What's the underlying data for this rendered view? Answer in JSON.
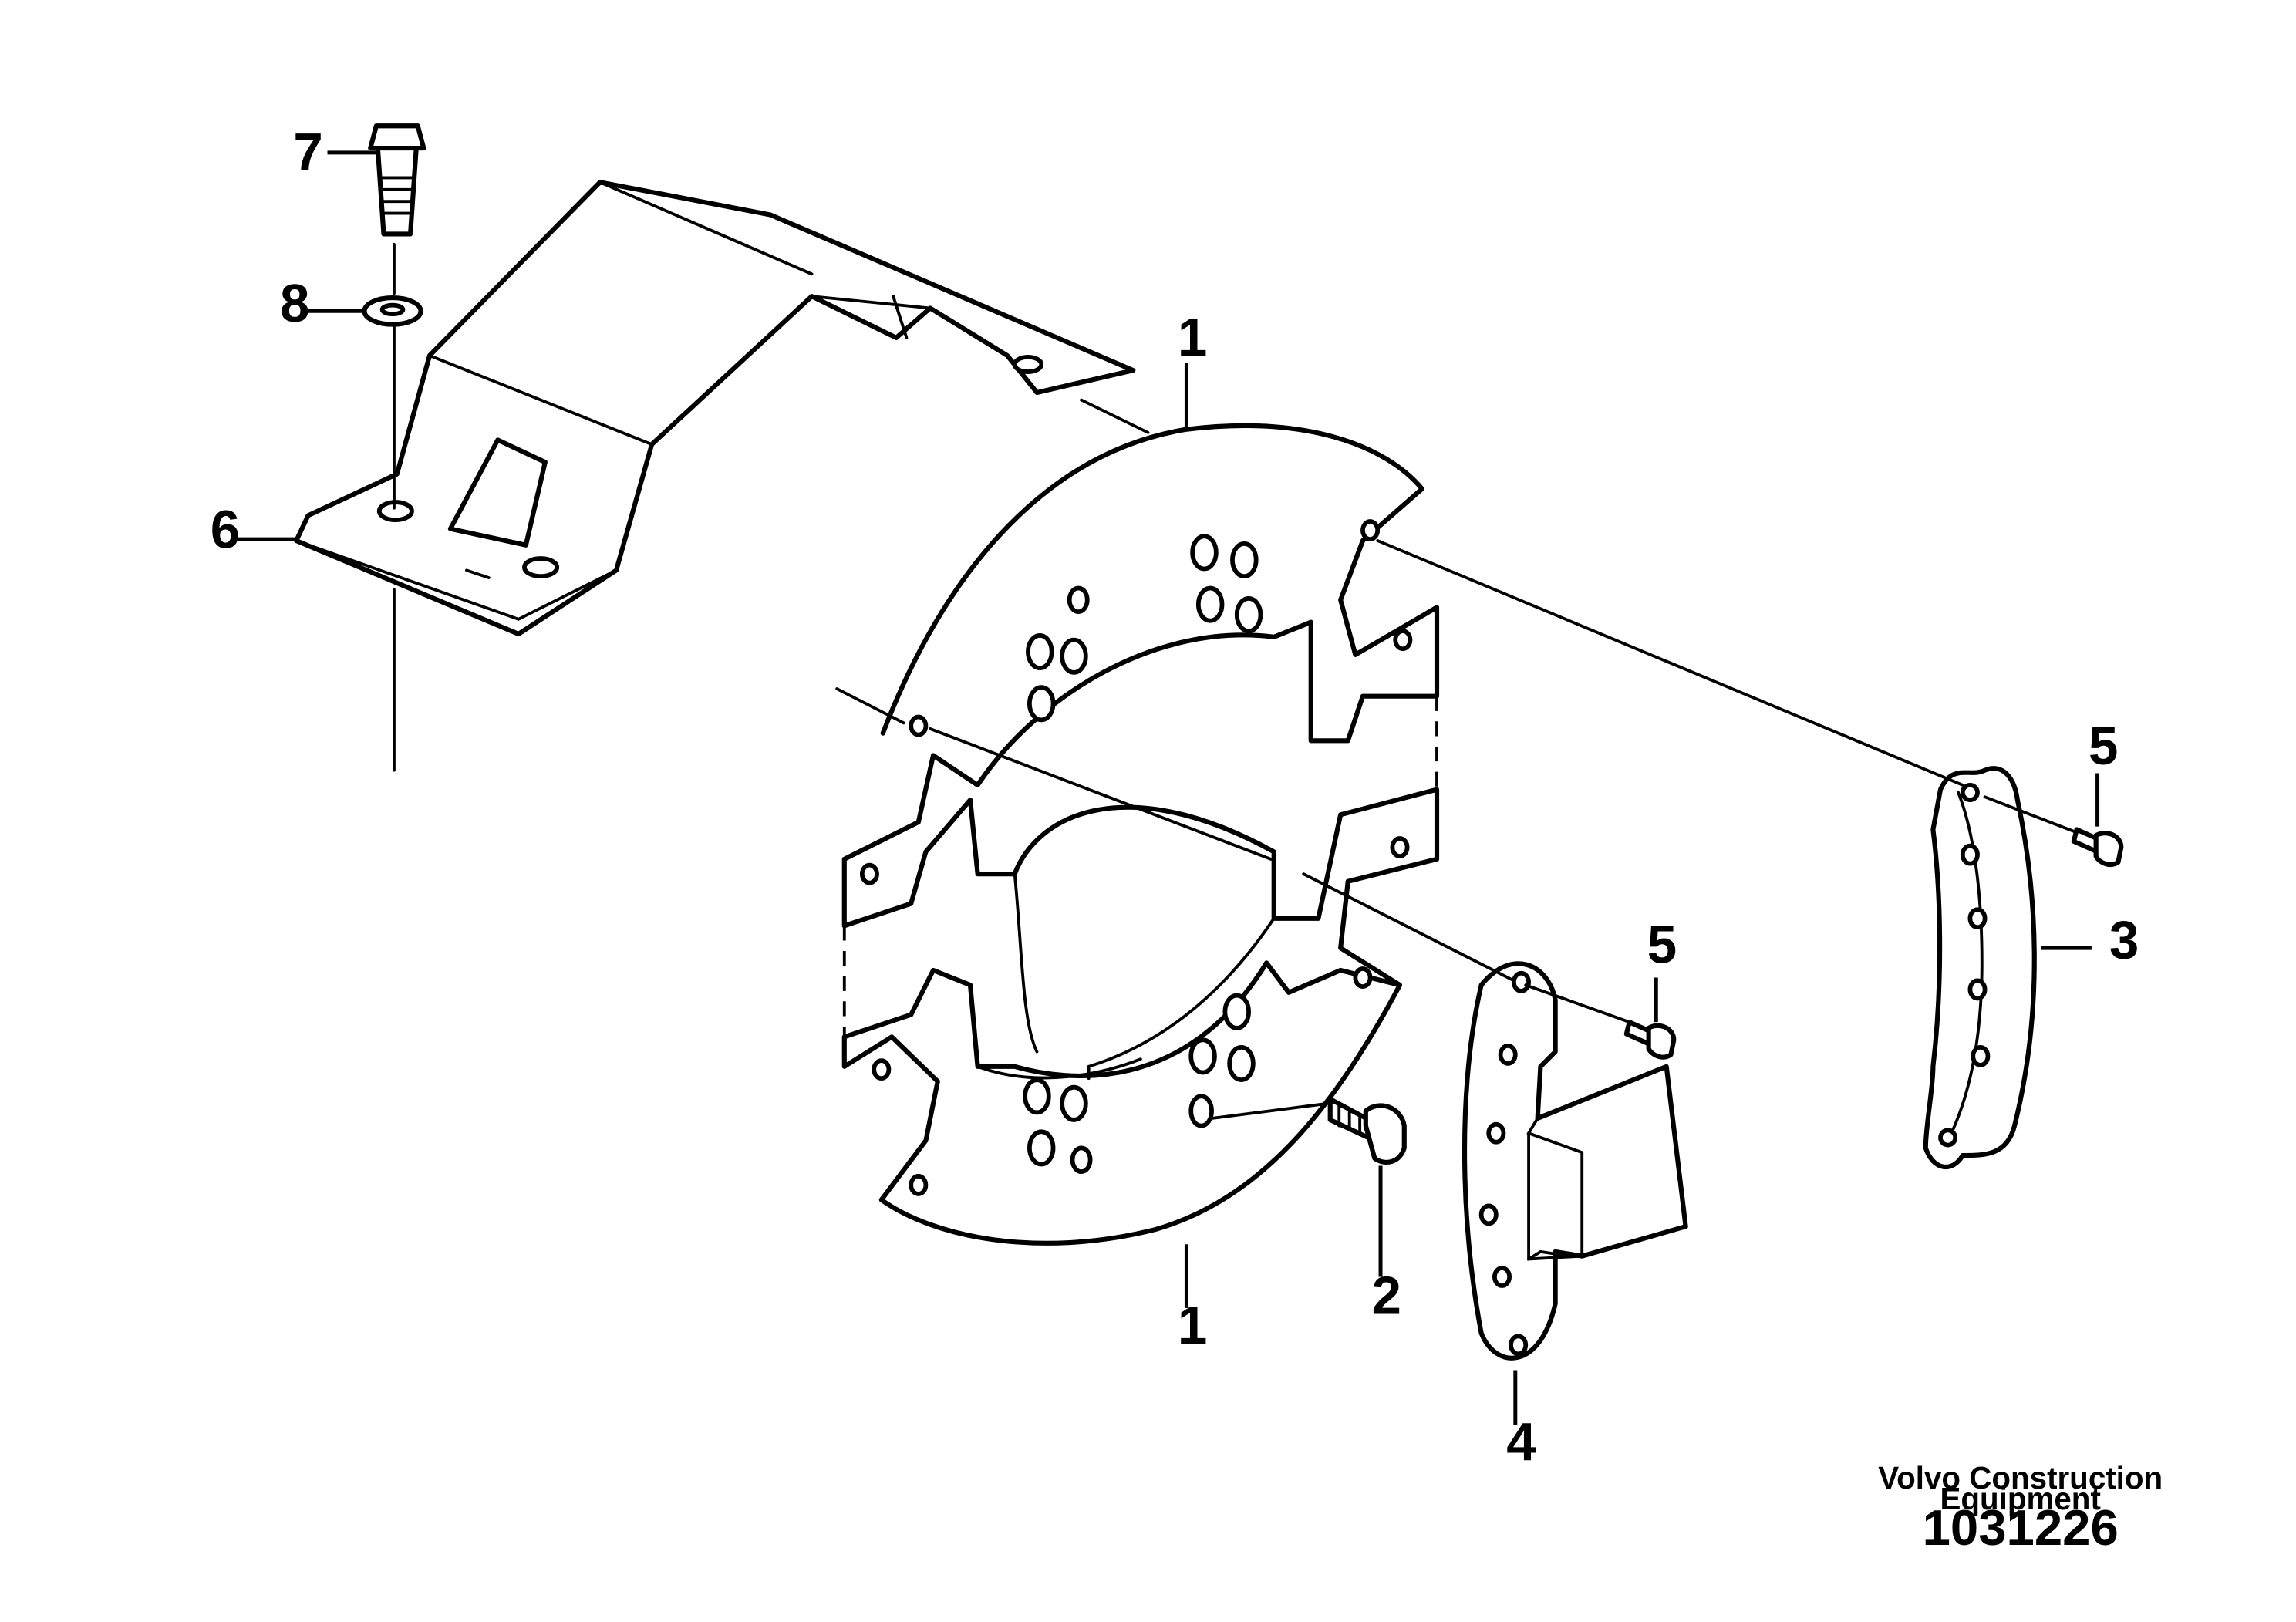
{
  "callouts": {
    "c1_top": "1",
    "c1_bottom": "1",
    "c2": "2",
    "c3": "3",
    "c4": "4",
    "c5_upper": "5",
    "c5_lower": "5",
    "c6": "6",
    "c7": "7",
    "c8": "8"
  },
  "brand": {
    "line1": "Volvo Construction",
    "line2": "Equipment"
  },
  "document_number": "1031226"
}
